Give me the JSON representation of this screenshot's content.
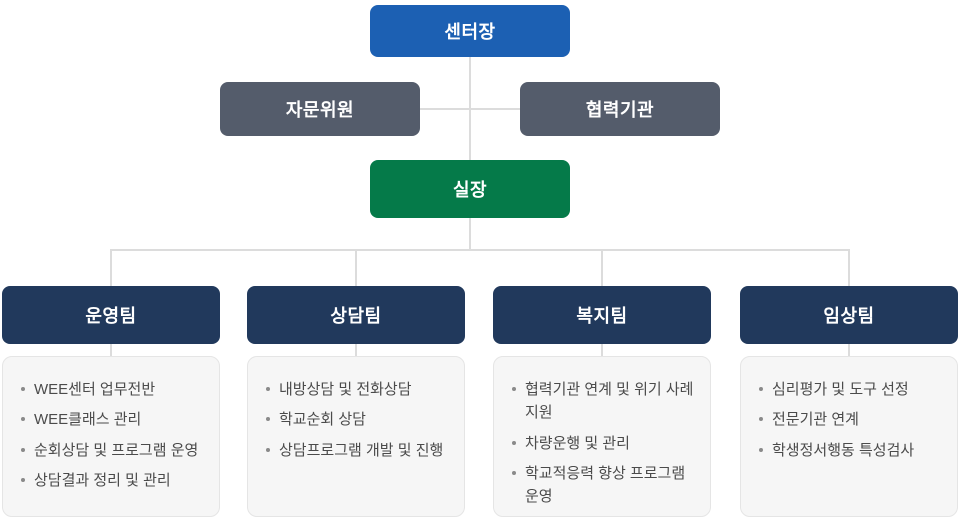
{
  "colors": {
    "director_blue": "#1c60b3",
    "side_gray": "#545c6b",
    "head_green": "#057a49",
    "team_navy": "#21395c",
    "line_color": "#dcdcdc",
    "list_bg": "#f6f6f6",
    "list_border": "#e5e5e5",
    "list_text": "#4b4b4b",
    "bullet_gray": "#8a8a8a"
  },
  "org": {
    "director": {
      "label": "센터장"
    },
    "advisor": {
      "label": "자문위원"
    },
    "partner": {
      "label": "협력기관"
    },
    "head": {
      "label": "실장"
    },
    "teams": [
      {
        "label": "운영팀",
        "items": [
          "WEE센터 업무전반",
          "WEE클래스 관리",
          "순회상담 및 프로그램 운영",
          "상담결과 정리 및 관리"
        ]
      },
      {
        "label": "상담팀",
        "items": [
          "내방상담 및 전화상담",
          "학교순회 상담",
          "상담프로그램 개발 및 진행"
        ]
      },
      {
        "label": "복지팀",
        "items": [
          "협력기관 연계 및 위기 사례 지원",
          "차량운행 및 관리",
          "학교적응력 향상 프로그램 운영"
        ]
      },
      {
        "label": "임상팀",
        "items": [
          "심리평가 및 도구 선정",
          "전문기관 연계",
          "학생정서행동 특성검사"
        ]
      }
    ]
  }
}
